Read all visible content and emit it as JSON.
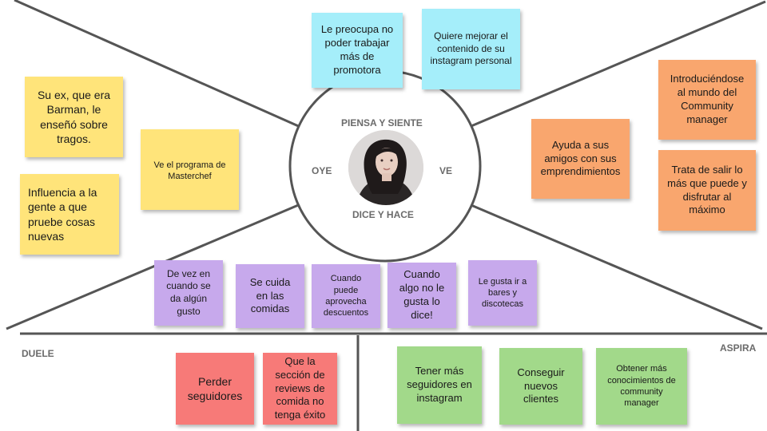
{
  "center": {
    "piensa_y_siente": "PIENSA Y SIENTE",
    "oye": "OYE",
    "ve": "VE",
    "dice_y_hace": "DICE Y HACE",
    "photo": "avatar-photo"
  },
  "sections": {
    "duele": "DUELE",
    "aspira": "ASPIRA"
  },
  "piensa_notes": [
    "Le preocupa no\npoder trabajar\nmás de\npromotora",
    "Quiere mejorar el\ncontenido de su\ninstagram personal"
  ],
  "oye_notes": [
    "Su ex, que era\nBarman, le\nenseñó sobre\ntragos.",
    "Ve el programa de\nMasterchef",
    "Influencia a la\ngente a que\npruebe cosas\nnuevas"
  ],
  "ve_notes": [
    "Introduciéndose\nal mundo del\nCommunity\nmanager",
    "Ayuda a sus\namigos con sus\nemprendimientos",
    "Trata de salir lo\nmás que puede y\ndisfrutar al\nmáximo"
  ],
  "dice_notes": [
    "De vez en\ncuando se\nda algún\ngusto",
    "Se cuida\nen las\ncomidas",
    "Cuando\npuede\naprovecha\ndescuentos",
    "Cuando\nalgo no le\ngusta lo\ndice!",
    "Le gusta ir a\nbares y\ndiscotecas"
  ],
  "duele_notes": [
    "Perder\nseguidores",
    "Que la\nsección de\nreviews de\ncomida no\ntenga éxito"
  ],
  "aspira_notes": [
    "Tener más\nseguidores en\ninstagram",
    "Conseguir\nnuevos\nclientes",
    "Obtener más\nconocimientos de\ncommunity\nmanager"
  ],
  "colors": {
    "yellow": "#ffe47a",
    "cyan": "#a5eefa",
    "orange": "#f9a66e",
    "purple": "#c7a9ec",
    "red": "#f77a78",
    "green": "#a2d98a",
    "lines": "#555555"
  }
}
